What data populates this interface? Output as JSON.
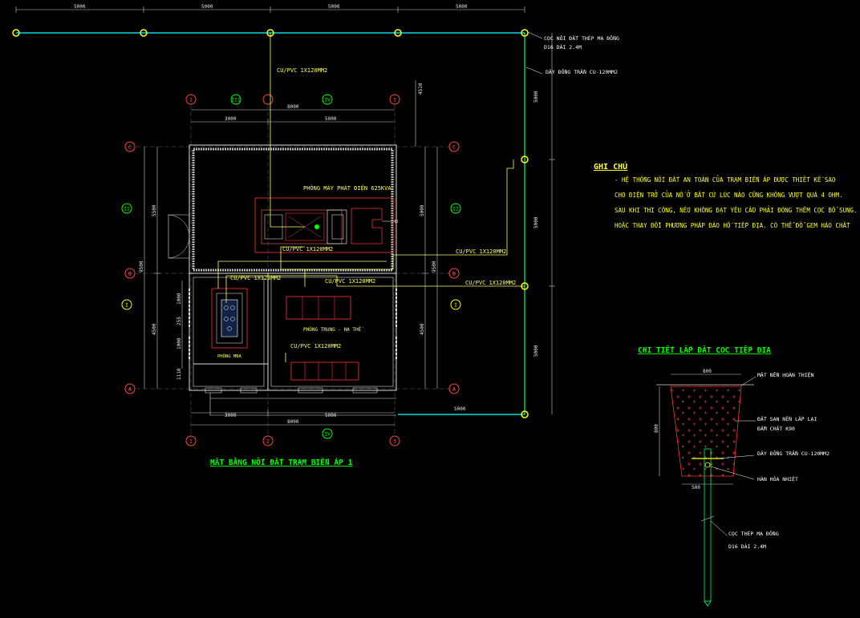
{
  "colors": {
    "background": "#000000",
    "ground_line": "#00ffff",
    "cable": "#ffff66",
    "wall": "#ffffff",
    "equipment": "#ff3333",
    "title": "#00ff00",
    "note": "#ffff33"
  },
  "top_dims": [
    "5000",
    "5000",
    "5000",
    "5000"
  ],
  "top_labels": {
    "rod_label_1": "CỌC NỐI ĐẤT THÉP MẠ ĐỒNG",
    "rod_label_2": "D16 DÀI 2.4M",
    "wire_label": "DÂY ĐỒNG TRẦN CU-120MM2"
  },
  "right_dims": [
    "5000",
    "5000",
    "5000"
  ],
  "bottom_right_dim": "5000",
  "cables": {
    "top": "CU/PVC 1X120MM2",
    "gen": "CU/PVC 1X120MM2",
    "right1": "CU/PVC 1X120MM2",
    "right2": "CU/PVC 1X120MM2",
    "mid1": "CU/PVC 1X120MM2",
    "mid2": "CU/PVC 1X120MM2",
    "low": "CU/PVC 1X120MM2"
  },
  "plan": {
    "axes_top": [
      "1",
      "III",
      "IV",
      "3"
    ],
    "axes_bottom": [
      "1",
      "2",
      "IV",
      "3"
    ],
    "axes_left": [
      "C",
      "II",
      "B",
      "I",
      "A"
    ],
    "axes_right": [
      "C",
      "II",
      "B",
      "I",
      "A"
    ],
    "dim_total": "8000",
    "dim_left": "3000",
    "dim_right": "5000",
    "dim_total_bottom": "8000",
    "dim_left_bottom": "3000",
    "dim_right_bottom": "5000",
    "dim_vert_top": "4510",
    "dim_vert_total": "9500",
    "dim_vert_upper": "5000",
    "dim_vert_lower": "4500",
    "dim_left_upper": "5500",
    "dim_left_lower": "4500",
    "dim_right_upper": "5000",
    "dim_right_lower": "4500",
    "dim_total_left": "9500",
    "small_dims": [
      "1000",
      "255",
      "1000",
      "1110"
    ],
    "room_generator": "PHÒNG MÁY PHÁT ĐIỆN 625KVA",
    "room_lv": "PHÒNG TRUNG - HẠ THẾ",
    "room_mba": "PHÒNG MBA",
    "title": "MẶT BẰNG NỐI ĐẤT TRẠM BIẾN ÁP 1"
  },
  "notes": {
    "heading": "GHI CHÚ",
    "lines": [
      "- HỆ THỐNG NỐI ĐẤT AN TOÀN CỦA TRẠM BIẾN ÁP ĐƯỢC THIẾT KẾ SAO",
      "CHO ĐIỆN TRỞ CỦA NỐ Ở BẤT CỨ LÚC NÀO CŨNG KHÔNG VƯỢT QUÁ 4 OHM.",
      "SAU KHI THI CÔNG, NẾU KHÔNG ĐẠT YÊU CẦU PHẢI ĐÓNG THÊM CỌC BỔ SUNG.",
      "HOẶC THAY ĐỔI PHƯƠNG PHÁP ĐÀO HỐ TIẾP ĐỊA. CÓ THỂ ĐỔ GEM HÁO CHẤT"
    ]
  },
  "detail": {
    "title": "CHI TIẾT LẮP ĐẶT CỌC TIẾP ĐỊA",
    "dim_top": "800",
    "dim_height": "800",
    "dim_bottom": "500",
    "label_surface": "MẶT NỀN HOÀN THIỆN",
    "label_fill_1": "ĐẤT SAN NỀN LẤP LẠI",
    "label_fill_2": "ĐẦM CHẶT K90",
    "label_wire": "DÂY ĐỒNG TRẦN CU-120MM2",
    "label_weld": "HÀN HÓA NHIỆT",
    "label_rod_1": "CỌC THÉP MẠ ĐỒNG",
    "label_rod_2": "D16 DÀI 2.4M"
  }
}
